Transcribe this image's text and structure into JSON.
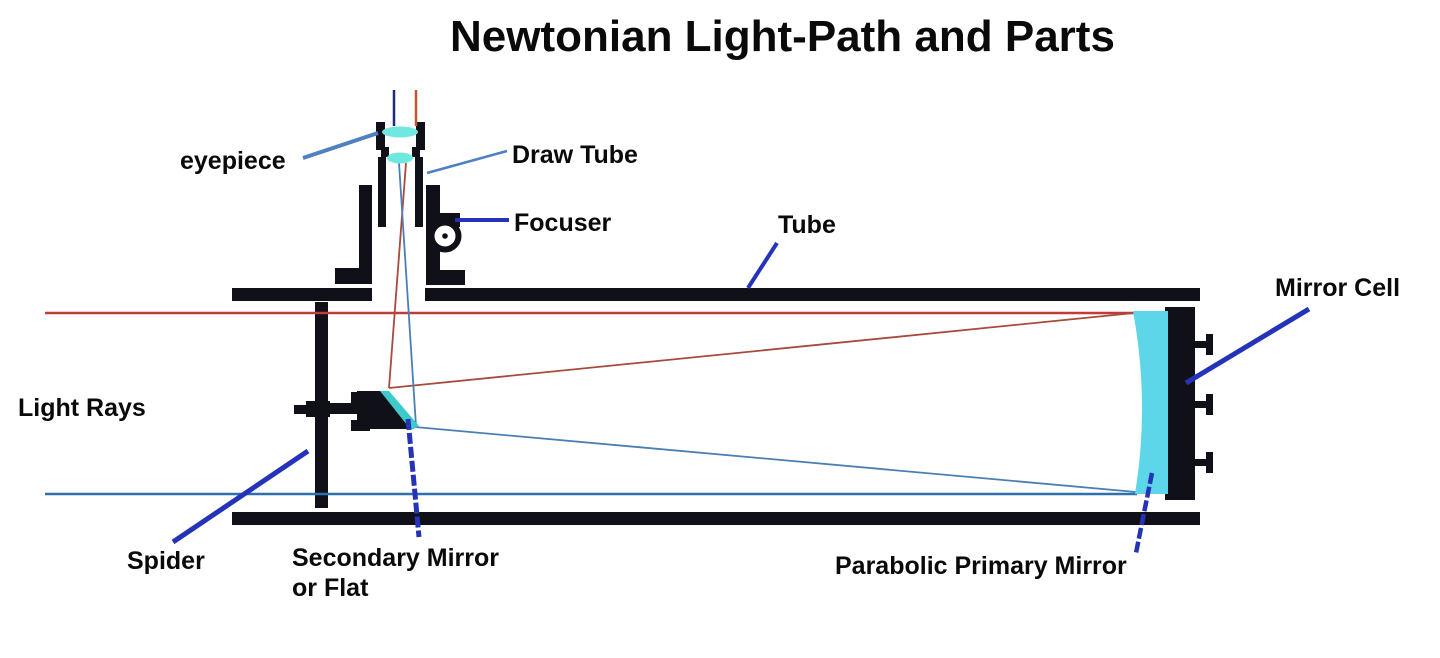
{
  "title": "Newtonian Light-Path and Parts",
  "diagram": {
    "labels": {
      "eyepiece": "eyepiece",
      "draw_tube": "Draw Tube",
      "focuser": "Focuser",
      "tube": "Tube",
      "mirror_cell": "Mirror Cell",
      "light_rays": "Light Rays",
      "spider": "Spider",
      "secondary_mirror": "Secondary Mirror",
      "secondary_mirror_alt": "or Flat",
      "parabolic_primary_mirror": "Parabolic Primary Mirror"
    },
    "colors": {
      "background": "#ffffff",
      "structure": "#101018",
      "incoming_ray_top": "#c23b3b",
      "incoming_ray_bottom": "#2e6fad",
      "reflected_ray_red": "#a84a3c",
      "reflected_ray_blue": "#4a7fb5",
      "exit_ray_navy": "#1f2c7c",
      "exit_ray_orange": "#c05a2e",
      "leader_line": "#2433b8",
      "leader_line_light": "#4d80c4",
      "eyepiece_lens": "#6fe8e0",
      "secondary_mirror_face": "#3ecaca",
      "primary_mirror_face": "#5cd6e8"
    }
  }
}
